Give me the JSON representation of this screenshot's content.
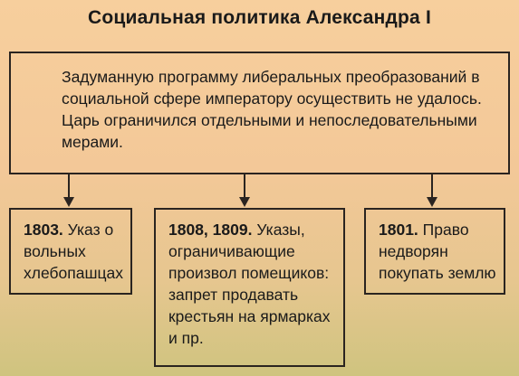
{
  "title": "Социальная политика Александра I",
  "main_box": {
    "lines": [
      "Задуманную программу либеральных преобразований в",
      "социальной сфере императору осуществить не удалось.",
      "Царь ограничился отдельными и непоследовательными",
      "мерами."
    ]
  },
  "boxes": [
    {
      "year": "1803.",
      "lines": [
        "Указ о",
        "вольных",
        "хлебопашцах"
      ]
    },
    {
      "year": "1808, 1809.",
      "lines": [
        "Указы,",
        "ограничивающие",
        "произвол помещиков:",
        "запрет продавать",
        "крестьян на ярмарках",
        "и пр."
      ]
    },
    {
      "year": "1801.",
      "lines": [
        "Право",
        "недворян",
        "покупать землю"
      ]
    }
  ],
  "colors": {
    "background_top": "#f7cf9d",
    "background_bottom": "#cfc47f",
    "border": "#2a2420"
  }
}
